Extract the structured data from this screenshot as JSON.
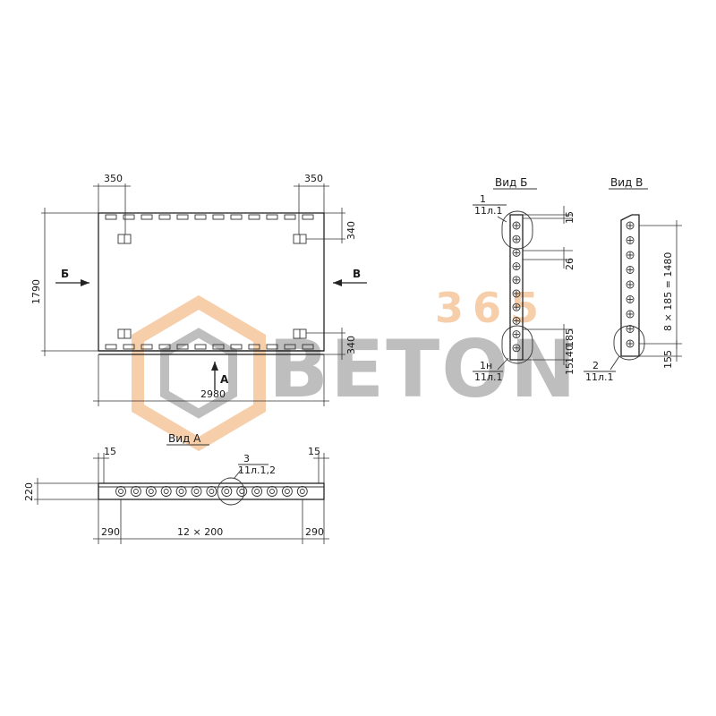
{
  "plan": {
    "dim_width": "2980",
    "dim_height": "1790",
    "dim_left_offset": "350",
    "dim_right_offset": "350",
    "dim_top_strip": "340",
    "dim_bottom_strip": "340",
    "arrow_b": "Б",
    "arrow_v": "В",
    "arrow_a": "А"
  },
  "view_a": {
    "title": "Вид А",
    "dim_height": "220",
    "dim_left_edge": "15",
    "dim_right_edge": "15",
    "dim_left": "290",
    "dim_middle": "12 × 200",
    "dim_right": "290",
    "callout_num": "3",
    "callout_ref": "11л.1,2"
  },
  "view_b": {
    "title": "Вид Б",
    "callout1_num": "1",
    "callout1_ref": "11л.1",
    "callout2_num": "1н",
    "callout2_ref": "11л.1",
    "dim_top": "15",
    "dim_pitch": "26",
    "dim_bottom": "185",
    "dim_bottom2": "140",
    "dim_bottom3": "15"
  },
  "view_v": {
    "title": "Вид В",
    "dim_pitch": "8 × 185 = 1480",
    "dim_bottom": "155",
    "callout_num": "2",
    "callout_ref": "11л.1"
  },
  "watermark": {
    "brand": "BETON",
    "number": "365",
    "color_orange": "#f2a766",
    "color_gray": "#8a8a8a"
  }
}
